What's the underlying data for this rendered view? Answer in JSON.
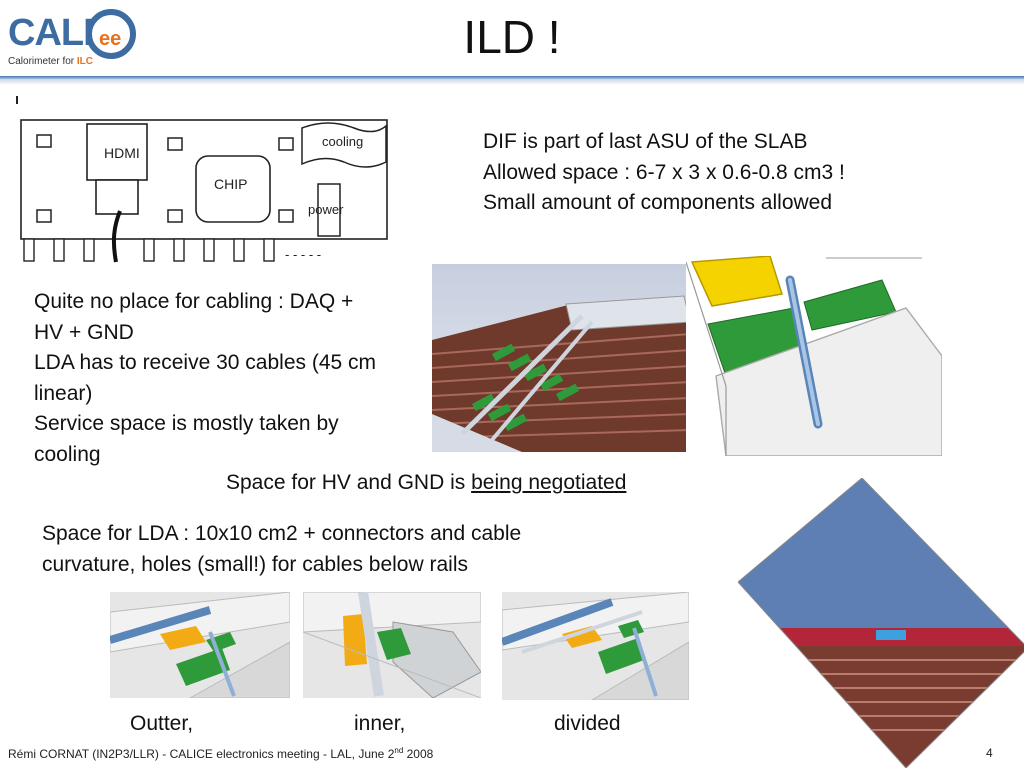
{
  "header": {
    "logo_text": "CALI",
    "logo_accent": "ee",
    "logo_subtitle": "Calorimeter for ",
    "logo_subtitle_accent": "ILC",
    "title": "ILD !"
  },
  "board_sketch": {
    "labels": {
      "hdmi": "HDMI",
      "chip": "CHIP",
      "cooling": "cooling",
      "power": "power",
      "dashes": "- - - - -"
    }
  },
  "dif_text": [
    "DIF is part of last ASU of the SLAB",
    "Allowed space : 6-7 x 3 x 0.6-0.8 cm3 !",
    "Small amount of components allowed"
  ],
  "cabling_text": [
    "Quite no place for cabling : DAQ +",
    "HV + GND",
    "LDA has to receive 30 cables (45 cm",
    "linear)",
    "Service space is mostly taken by",
    "cooling"
  ],
  "hv_line": {
    "prefix": "Space for HV and GND  is ",
    "underlined": "being negotiated"
  },
  "lda_text": [
    "Space for LDA : 10x10 cm2 + connectors and cable",
    "curvature, holes (small!) for cables below rails"
  ],
  "captions": {
    "outer": "Outter,",
    "inner": "inner,",
    "divided": "divided"
  },
  "footer": {
    "text_before_sup": "Rémi CORNAT (IN2P3/LLR)  -  CALICE electronics meeting  -  LAL, June 2",
    "sup": "nd",
    "text_after_sup": " 2008",
    "page_number": "4"
  },
  "colors": {
    "brand_blue": "#3d6ca3",
    "brand_orange": "#e8731d",
    "header_line": "#4a78b0"
  }
}
